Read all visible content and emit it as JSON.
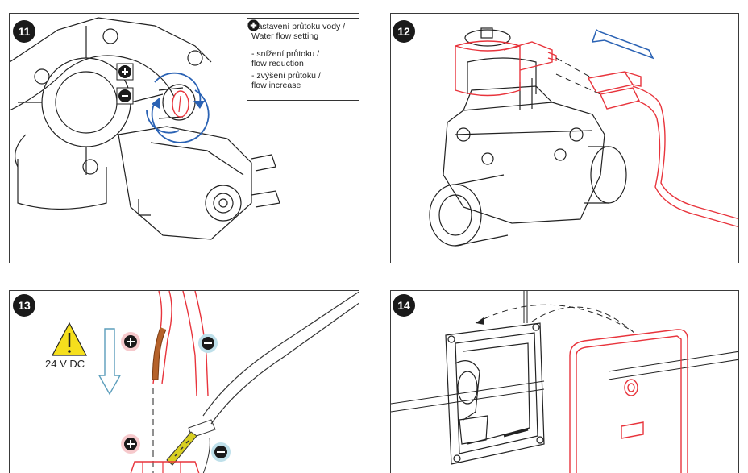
{
  "panels": [
    {
      "step": "11"
    },
    {
      "step": "12"
    },
    {
      "step": "13"
    },
    {
      "step": "14"
    }
  ],
  "legend": {
    "title": "Nastavení průtoku vody / Water flow setting",
    "minus_text_cz": "- snížení průtoku /",
    "minus_text_en": "flow reduction",
    "plus_text_cz": "- zvýšení průtoku /",
    "plus_text_en": "flow increase"
  },
  "wiring": {
    "voltage_label": "24 V DC"
  },
  "colors": {
    "wire_red": "#e8343c",
    "flow_blue": "#2a62b4",
    "badge": "#1a1a1a",
    "pink": "#f6c9cc",
    "teal": "#5b9dbb",
    "brown": "#b5622a"
  },
  "icons": [
    "plus-circle-icon",
    "minus-circle-icon",
    "warning-triangle-icon",
    "arrow-icon"
  ]
}
